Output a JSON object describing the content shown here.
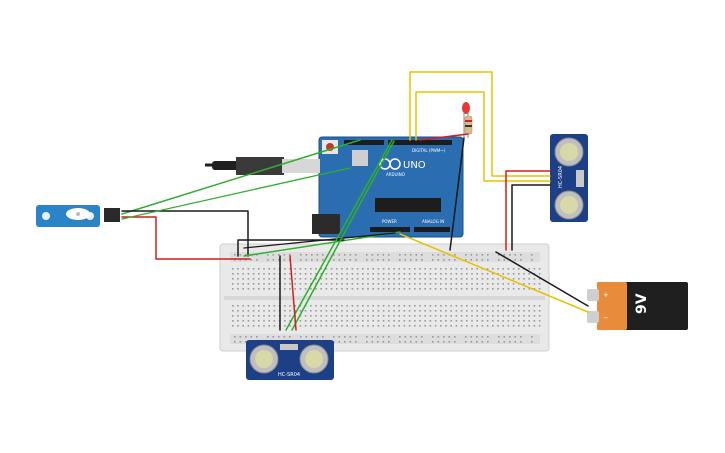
{
  "components": {
    "arduino": {
      "brand_text": "UNO",
      "sub_text": "ARDUINO",
      "power_text": "POWER",
      "analog_text": "ANALOG IN",
      "digital_text": "DIGITAL (PWM~)"
    },
    "ultrasonic_top": {
      "label": "HC-SR04"
    },
    "ultrasonic_bottom": {
      "label": "HC-SR04"
    },
    "battery": {
      "label": "9V",
      "plus_text": "+",
      "minus_text": "−"
    },
    "usb_cable": {
      "name": "usb-cable"
    },
    "servo": {
      "name": "servo"
    },
    "led": {
      "name": "led"
    },
    "resistor": {
      "name": "resistor"
    }
  },
  "colors": {
    "wire_green": "#2fae2f",
    "wire_red": "#d21f1f",
    "wire_black": "#1a1a1a",
    "wire_yellow": "#e6c200",
    "arduino_blue": "#2a6db0",
    "sensor_blue": "#1c3f86",
    "breadboard": "#e9e9e9",
    "battery_orange": "#e88b3a"
  }
}
